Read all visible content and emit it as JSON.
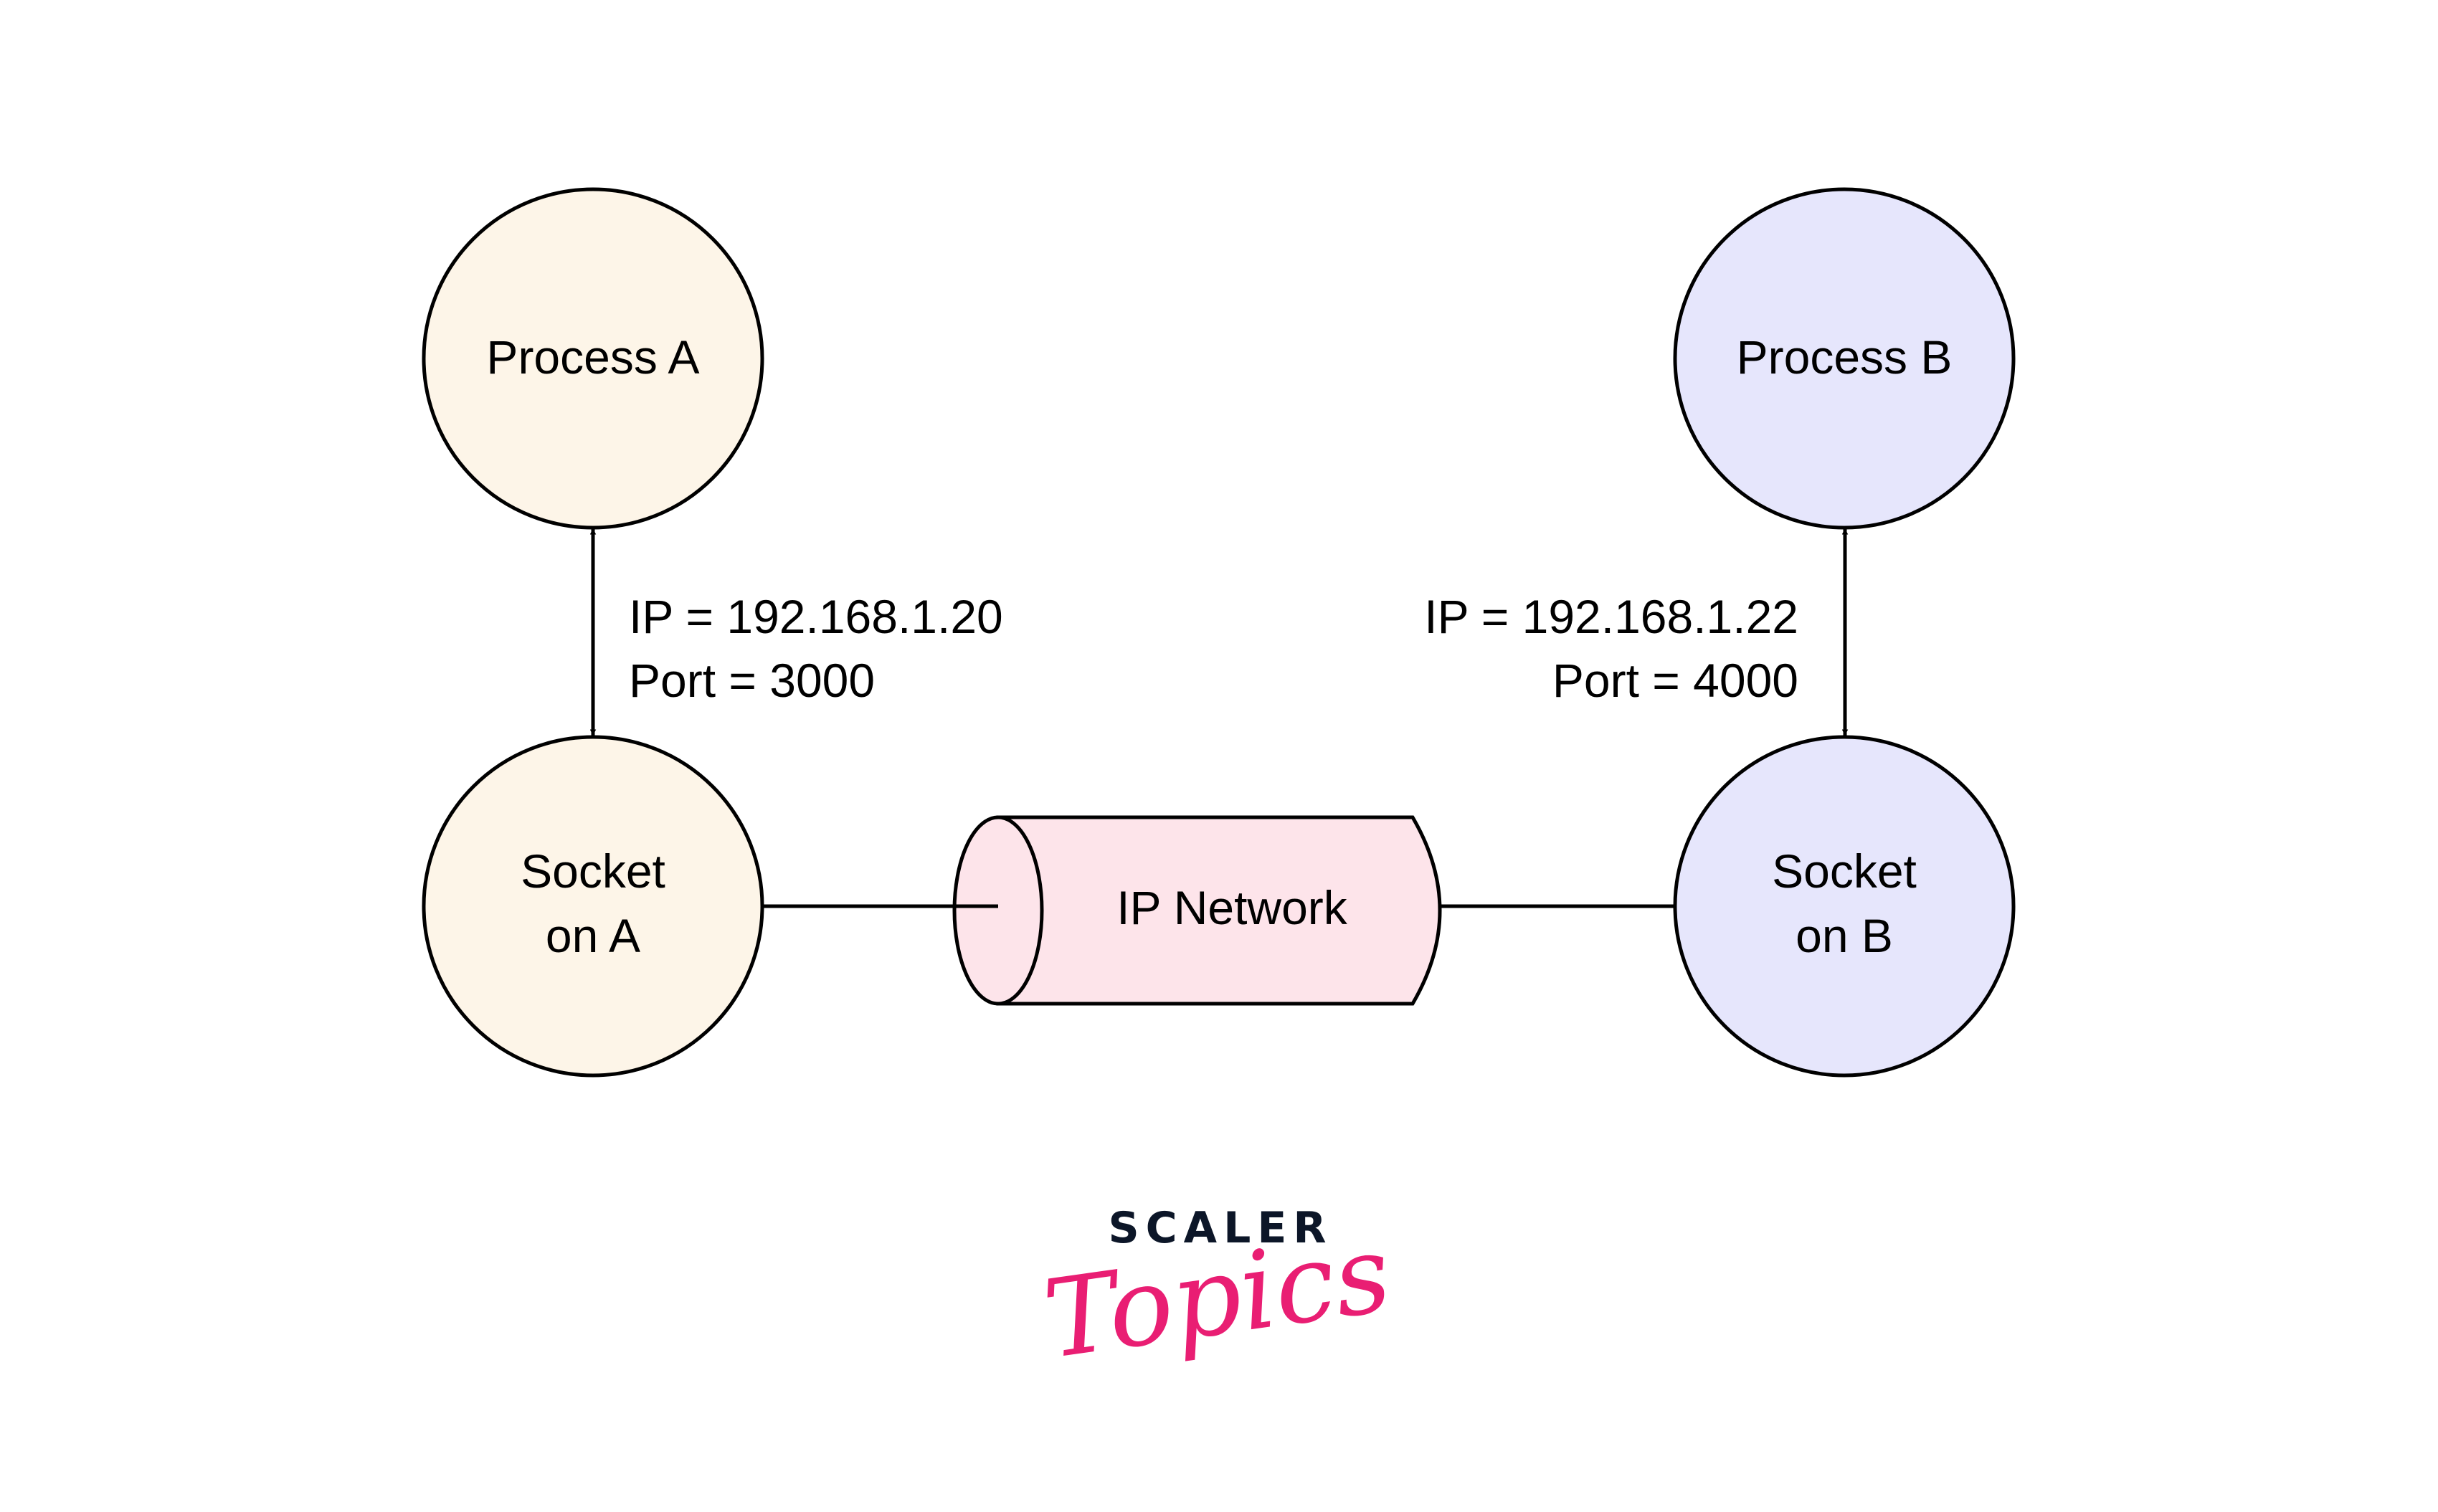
{
  "nodes": {
    "process_a": {
      "label": "Process A",
      "fill": "#fdf5e8"
    },
    "process_b": {
      "label": "Process B",
      "fill": "#e6e6fc"
    },
    "socket_a": {
      "label_line1": "Socket",
      "label_line2": "on A",
      "fill": "#fdf5e8"
    },
    "socket_b": {
      "label_line1": "Socket",
      "label_line2": "on B",
      "fill": "#e6e6fc"
    },
    "network": {
      "label": "IP Network",
      "fill": "#fde4ea"
    }
  },
  "endpoints": {
    "a": {
      "ip": "IP = 192.168.1.20",
      "port": "Port = 3000"
    },
    "b": {
      "ip": "IP = 192.168.1.22",
      "port": "Port = 4000"
    }
  },
  "edges": [
    {
      "from": "process_a",
      "to": "socket_a",
      "type": "bidirectional-arrow"
    },
    {
      "from": "process_b",
      "to": "socket_b",
      "type": "bidirectional-arrow"
    },
    {
      "from": "socket_a",
      "to": "network",
      "type": "line"
    },
    {
      "from": "network",
      "to": "socket_b",
      "type": "line"
    }
  ],
  "logo": {
    "line1": "SCALER",
    "line2": "Topics",
    "line1_color": "#0c1628",
    "line2_color": "#e91e73"
  }
}
